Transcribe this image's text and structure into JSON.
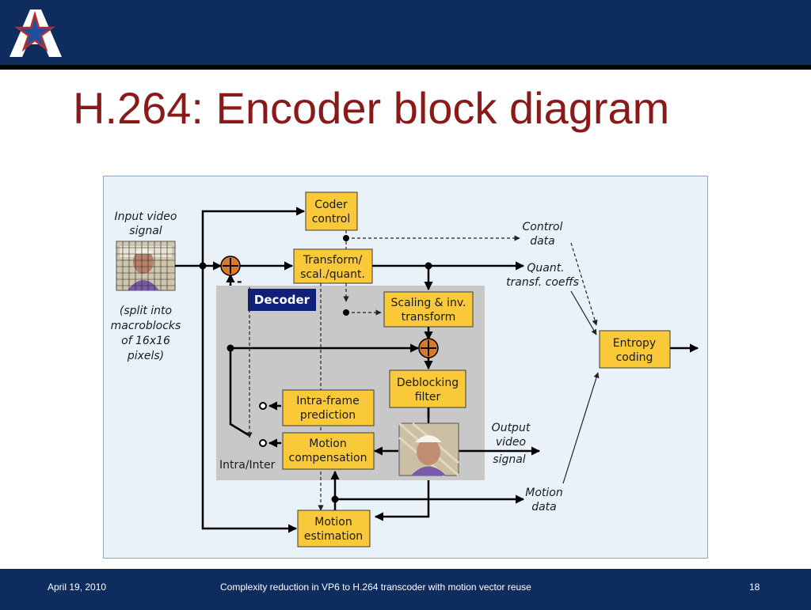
{
  "slide": {
    "title": "H.264: Encoder block diagram",
    "logo_icon": "star-a-logo-icon",
    "colors": {
      "header": "#0f2c5f",
      "title": "#8a1a1a",
      "block": "#f9c93a",
      "decoder_region": "#c8c8c8",
      "decoder_label": "#0f1f7a"
    }
  },
  "diagram": {
    "input_label": [
      "Input video",
      "signal"
    ],
    "split_note": [
      "(split into",
      "macroblocks",
      "of 16x16",
      "pixels)"
    ],
    "blocks": {
      "coder_control": [
        "Coder",
        "control"
      ],
      "transform": [
        "Transform/",
        "scal./quant."
      ],
      "scaling": [
        "Scaling & inv.",
        "transform"
      ],
      "entropy": [
        "Entropy",
        "coding"
      ],
      "deblocking": [
        "Deblocking",
        "filter"
      ],
      "intra": [
        "Intra-frame",
        "prediction"
      ],
      "motion_comp": [
        "Motion",
        "compensation"
      ],
      "motion_est": [
        "Motion",
        "estimation"
      ]
    },
    "decoder_label": "Decoder",
    "labels": {
      "control_data": [
        "Control",
        "data"
      ],
      "quant_coeffs": [
        "Quant.",
        "transf. coeffs"
      ],
      "output_video": [
        "Output",
        "video",
        "signal"
      ],
      "motion_data": [
        "Motion",
        "data"
      ],
      "intra_inter": "Intra/Inter",
      "minus": "-"
    }
  },
  "footer": {
    "date": "April 19, 2010",
    "title": "Complexity reduction in VP6 to H.264 transcoder with motion vector  reuse",
    "page": "18"
  }
}
